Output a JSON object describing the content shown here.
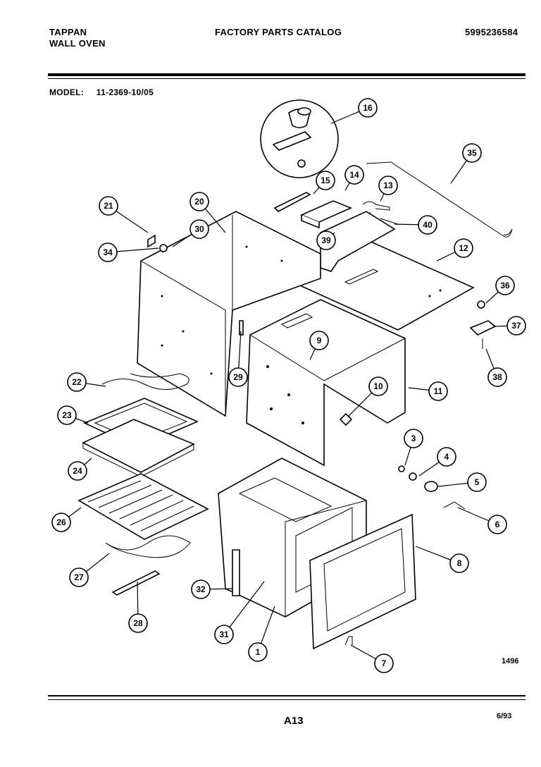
{
  "header": {
    "brand_line1": "TAPPAN",
    "brand_line2": "WALL OVEN",
    "title": "FACTORY PARTS CATALOG",
    "catalog_number": "5995236584"
  },
  "model": {
    "label": "MODEL:",
    "value": "11-2369-10/05"
  },
  "footer": {
    "page": "A13",
    "date": "6/93",
    "drawing_number": "1496"
  },
  "callouts": [
    "1",
    "3",
    "4",
    "5",
    "6",
    "7",
    "8",
    "9",
    "10",
    "11",
    "12",
    "13",
    "14",
    "15",
    "16",
    "20",
    "21",
    "22",
    "23",
    "24",
    "26",
    "27",
    "28",
    "29",
    "30",
    "31",
    "32",
    "34",
    "35",
    "36",
    "37",
    "38",
    "39",
    "40"
  ]
}
